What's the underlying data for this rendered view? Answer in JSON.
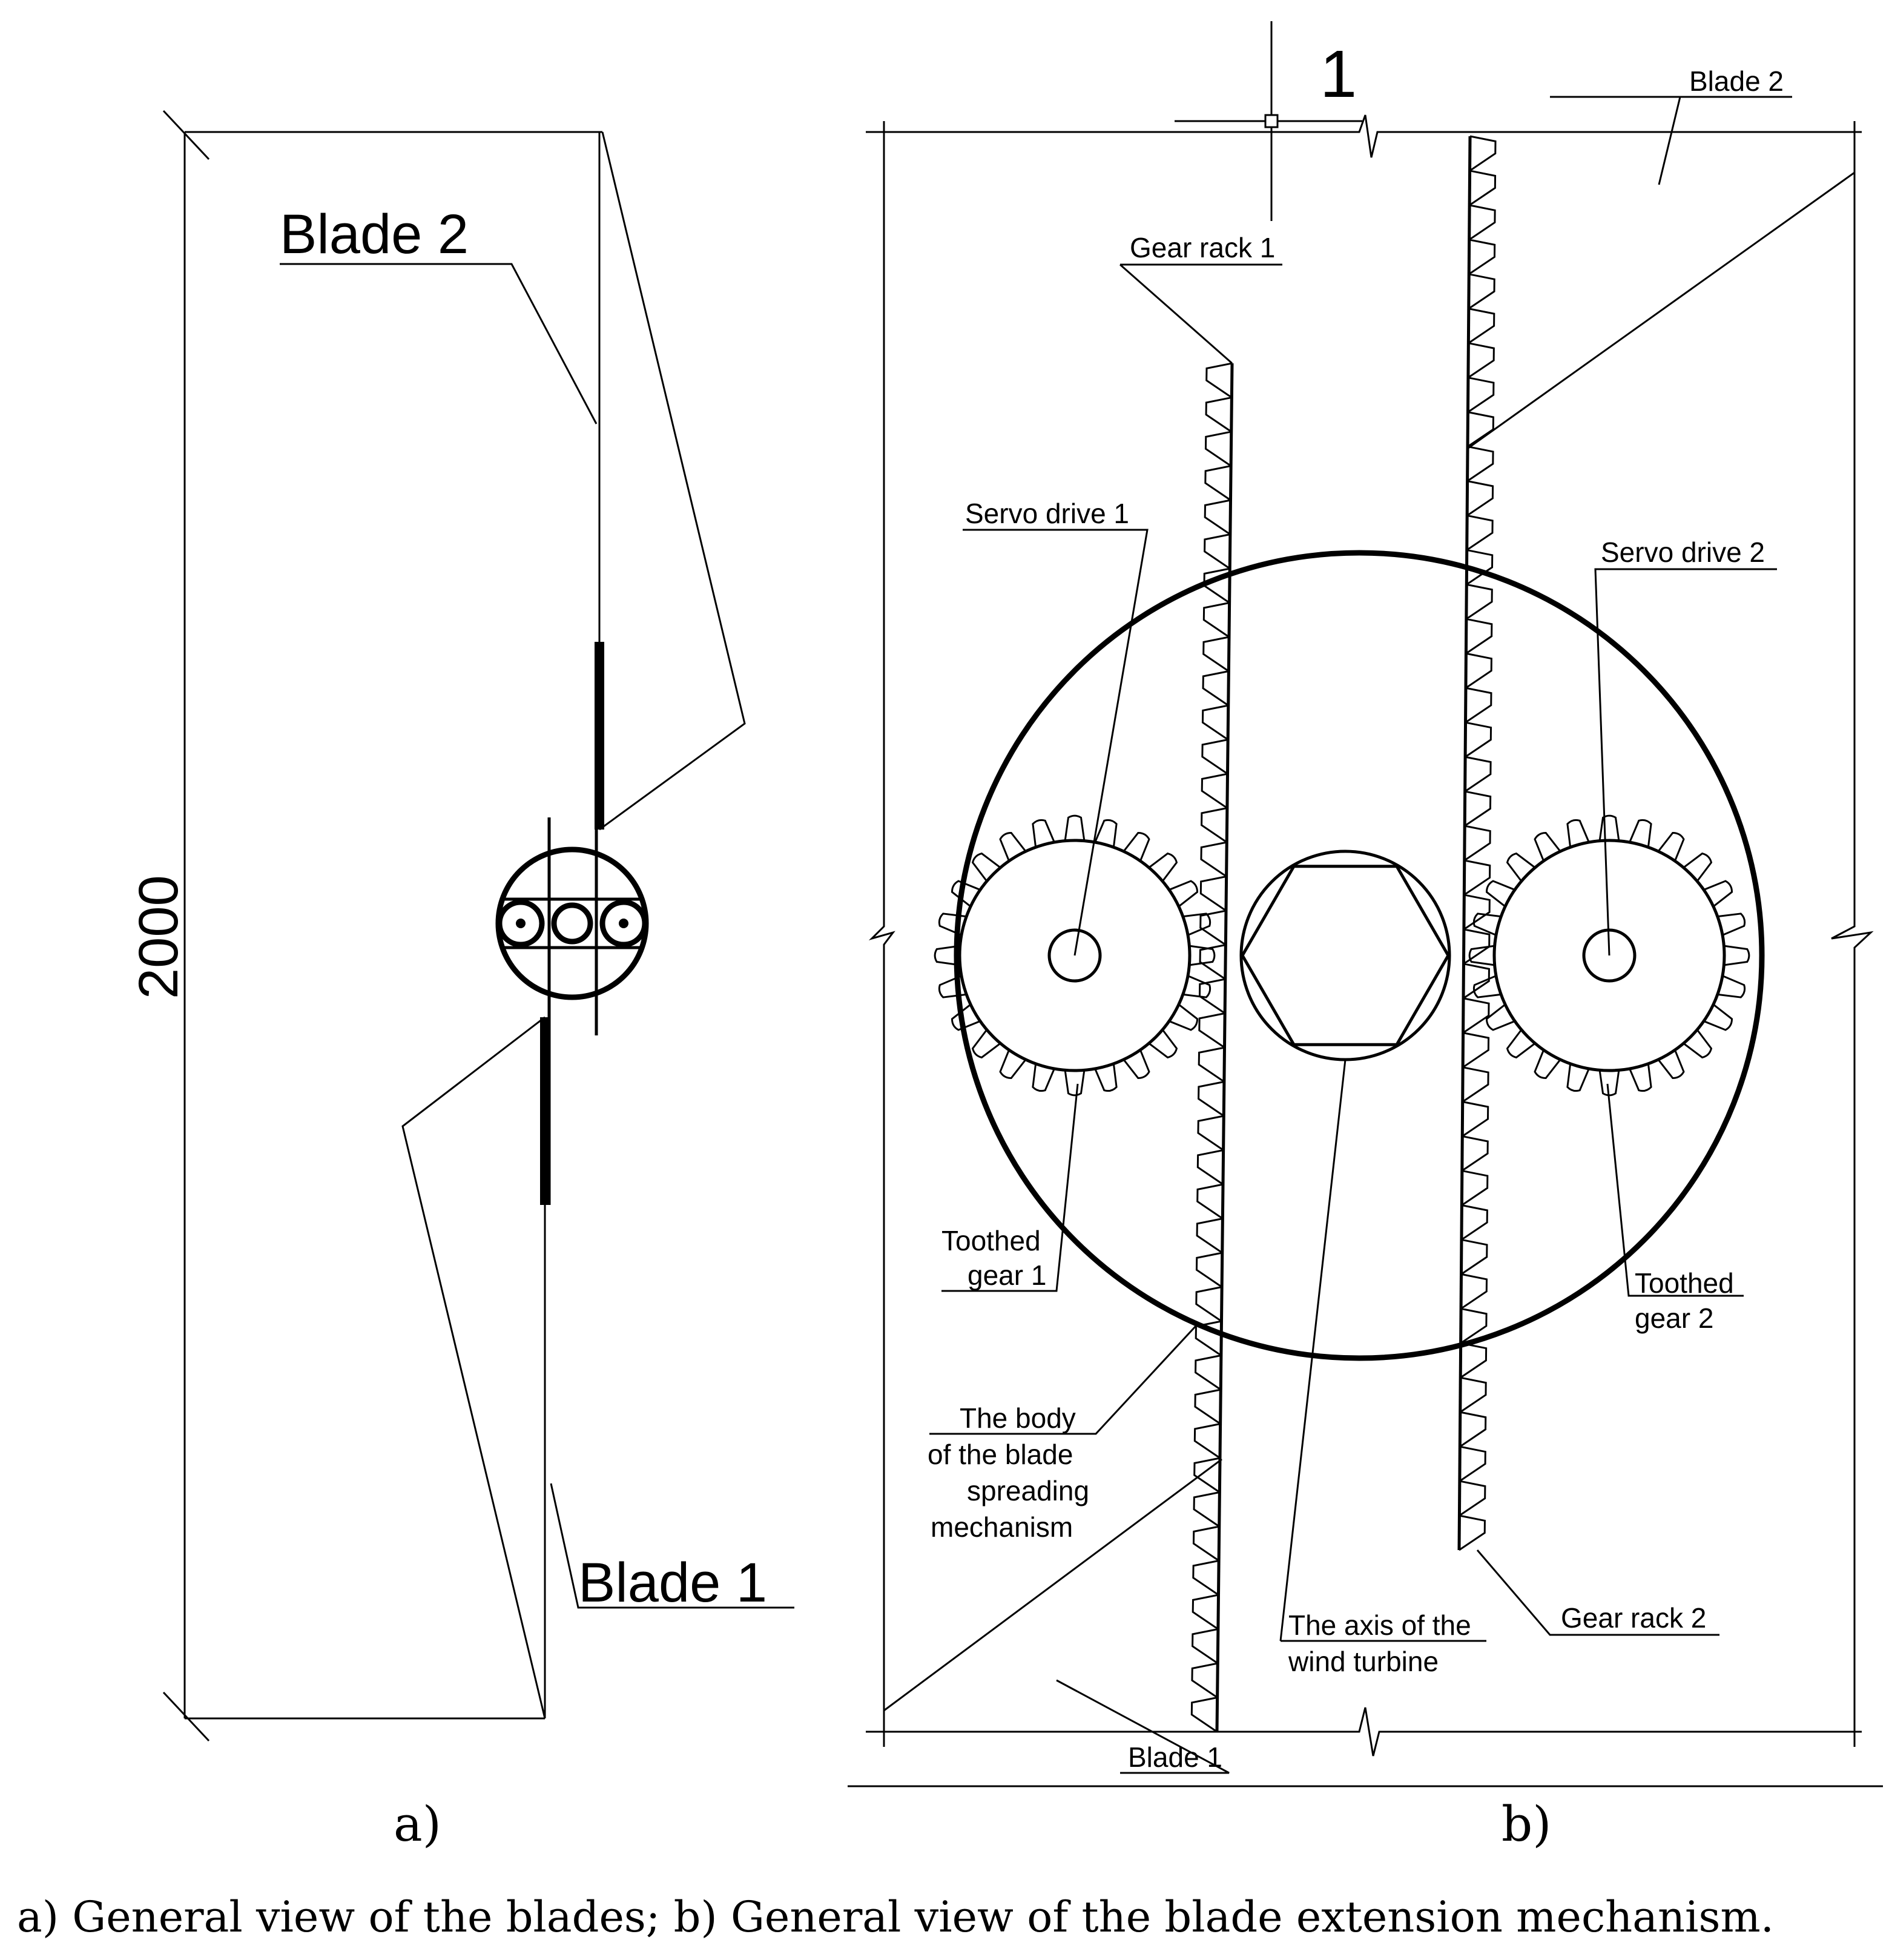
{
  "view_a": {
    "label_blade_2": "Blade 2",
    "label_blade_1": "Blade 1",
    "dimension": "2000",
    "sub_label": "a)"
  },
  "view_b": {
    "section_mark": "1",
    "label_blade_2": "Blade 2",
    "label_blade_1": "Blade 1",
    "gear_rack_1": "Gear rack 1",
    "gear_rack_2": "Gear rack 2",
    "servo_drive_1": "Servo drive 1",
    "servo_drive_2": "Servo drive 2",
    "toothed_gear_1": [
      "Toothed",
      "gear 1"
    ],
    "toothed_gear_2": [
      "Toothed",
      "gear 2"
    ],
    "body_label": [
      "The body",
      "of the blade",
      "spreading",
      "mechanism"
    ],
    "axis_label": [
      "The axis of the",
      "wind turbine"
    ],
    "sub_label": "b)"
  },
  "caption": "a) General view of the blades; b) General view of the blade extension mechanism."
}
